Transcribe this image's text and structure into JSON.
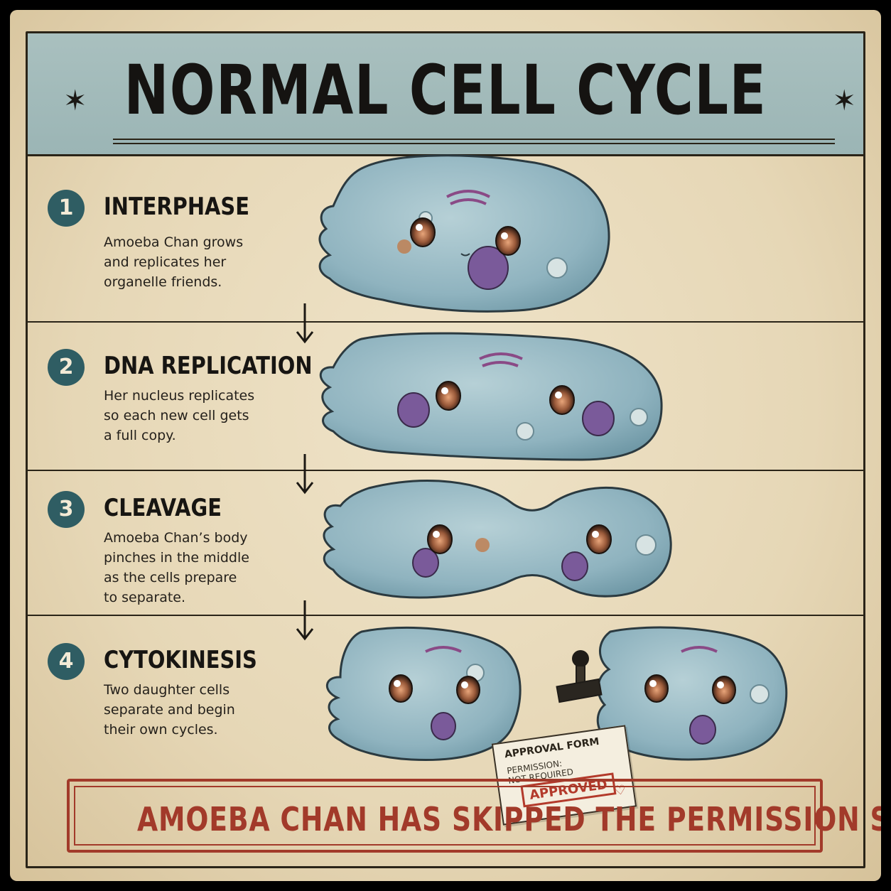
{
  "title": "NORMAL CELL CYCLE",
  "steps": [
    {
      "number": "1",
      "title": "INTERPHASE",
      "lines": [
        "Amoeba Chan grows",
        "and replicates her",
        "organelle friends."
      ]
    },
    {
      "number": "2",
      "title": "DNA REPLICATION",
      "lines": [
        "Her nucleus replicates",
        "so each new cell gets",
        "a full copy."
      ]
    },
    {
      "number": "3",
      "title": "CLEAVAGE",
      "lines": [
        "Amoeba Chan’s body",
        "pinches in the middle",
        "as the cells prepare",
        "to separate."
      ]
    },
    {
      "number": "4",
      "title": "CYTOKINESIS",
      "lines": [
        "Two daughter cells",
        "separate and begin",
        "their own cycles."
      ]
    }
  ],
  "approval_form": {
    "title": "APPROVAL FORM",
    "line1": "PERMISSION:",
    "line2": "NOT REQUIRED",
    "stamp": "APPROVED"
  },
  "footer": "AMOEBA CHAN HAS SKIPPED THE PERMISSION STEP",
  "colors": {
    "paper": "#e6d7b6",
    "banner": "#9bb5b5",
    "badge": "#2f5d63",
    "stamp_red": "#a23a2a",
    "cell_fill": "#8fb3bf"
  }
}
